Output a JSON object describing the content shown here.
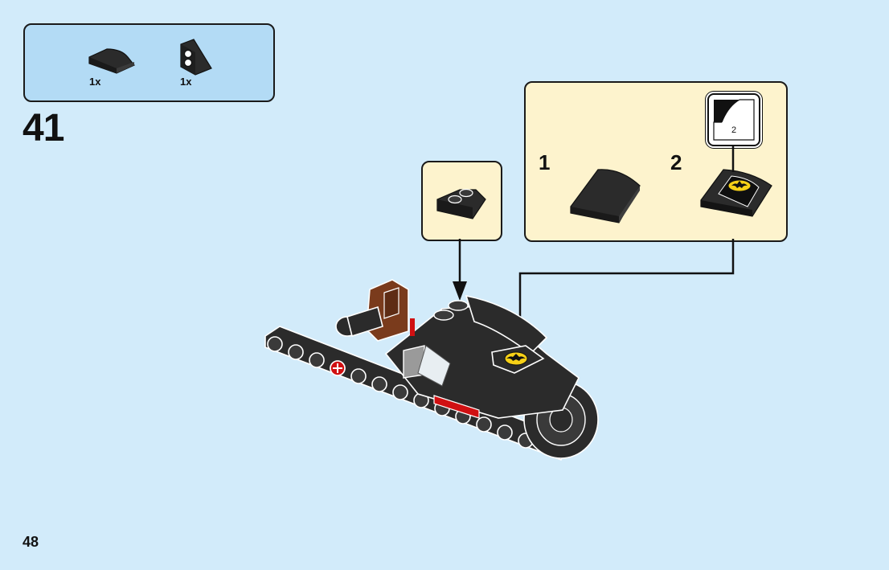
{
  "parts_list": {
    "items": [
      {
        "icon": "curved-slope-icon",
        "quantity": "1x",
        "color": "#2b2b2b"
      },
      {
        "icon": "wedge-plate-icon",
        "quantity": "1x",
        "color": "#2b2b2b"
      }
    ]
  },
  "step": {
    "number": "41"
  },
  "callout": {
    "substeps": [
      {
        "number": "1",
        "icon": "curved-slope-icon"
      },
      {
        "number": "2",
        "icon": "batman-logo-slope-icon"
      }
    ],
    "print_label": "2"
  },
  "colors": {
    "background": "#d2ebfa",
    "parts_box": "#b3dbf5",
    "callout_box": "#fdf3cd",
    "brick_black": "#2b2b2b",
    "brick_brown": "#7a3b1c",
    "brick_red": "#d01012",
    "bat_yellow": "#f7d117"
  },
  "footer": {
    "page_number": "48"
  }
}
